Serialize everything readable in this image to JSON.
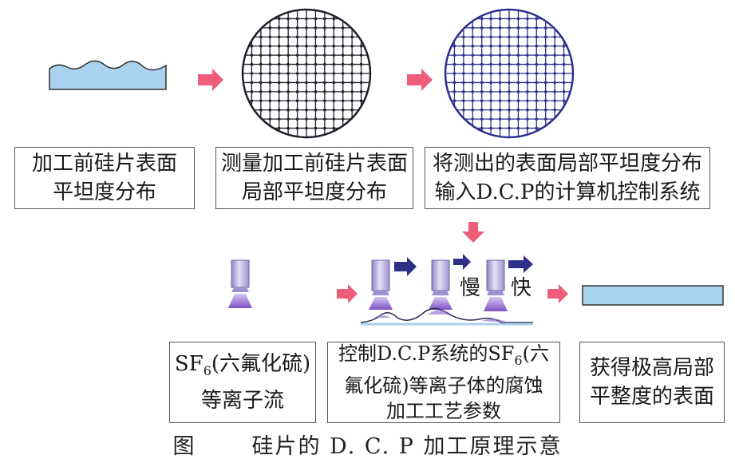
{
  "colors": {
    "wafer_fill": "#a9d3ef",
    "grid_black": "#1f1f2a",
    "grid_blue": "#2c2f8e",
    "arrow_pink": "#ee5d79",
    "arrow_blue": "#2b2f86",
    "nozzle": "#b9b0dc",
    "plasma": "#8b60cf"
  },
  "step_boxes": {
    "before_surface": {
      "line1": "加工前硅片表面",
      "line2": "平坦度分布"
    },
    "measure": {
      "line1": "测量加工前硅片表面",
      "line2": "局部平坦度分布"
    },
    "input": {
      "line1": "将测出的表面局部平坦度分布",
      "line2": "输入D.C.P的计算机控制系统"
    },
    "sf6_flow": {
      "pre": "SF",
      "sub": "6",
      "post": "(六氟化硫)",
      "line2": "等离子流"
    },
    "control": {
      "pre": "控制D.C.P系统的SF",
      "sub": "6",
      "post": "(六",
      "line2": "氟化硫)等离子体的腐蚀",
      "line3": "加工工艺参数"
    },
    "result": {
      "line1": "获得极高局部",
      "line2": "平整度的表面"
    }
  },
  "speed_labels": {
    "slow": "慢",
    "fast": "快"
  },
  "caption": {
    "prefix": "图",
    "text": "硅片的 D. C. P 加工原理示意"
  }
}
